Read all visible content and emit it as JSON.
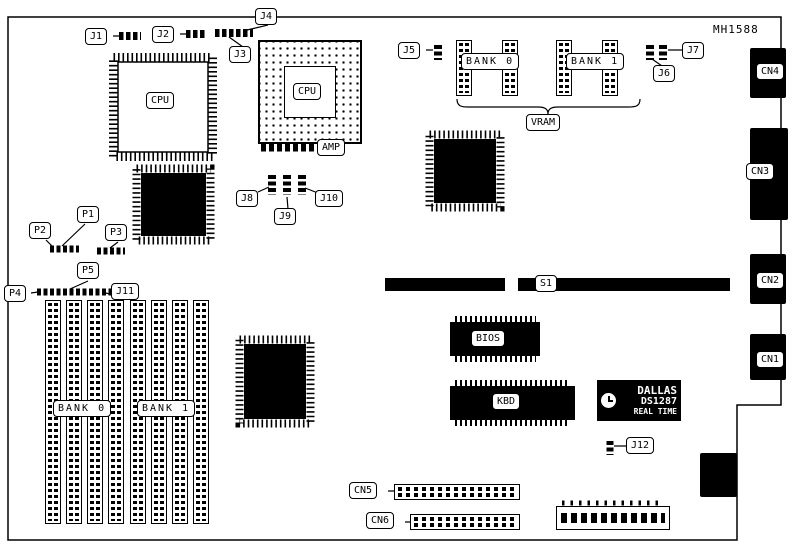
{
  "board": {
    "part_number": "MH1588",
    "colors": {
      "outline": "#000000",
      "chip_fill": "#000000",
      "background": "#ffffff"
    }
  },
  "jumpers": {
    "j1": "J1",
    "j2": "J2",
    "j3": "J3",
    "j4": "J4",
    "j5": "J5",
    "j6": "J6",
    "j7": "J7",
    "j8": "J8",
    "j9": "J9",
    "j10": "J10",
    "j11": "J11",
    "j12": "J12"
  },
  "points": {
    "p1": "P1",
    "p2": "P2",
    "p3": "P3",
    "p4": "P4",
    "p5": "P5"
  },
  "switches": {
    "s1": "S1"
  },
  "connectors": {
    "cn1": "CN1",
    "cn2": "CN2",
    "cn3": "CN3",
    "cn4": "CN4",
    "cn5": "CN5",
    "cn6": "CN6"
  },
  "chips": {
    "cpu1": "CPU",
    "cpu2": "CPU",
    "amp": "AMP",
    "bios": "BIOS",
    "kbd": "KBD",
    "rtc": {
      "brand": "DALLAS",
      "model": "DS1287",
      "type": "REAL TIME"
    }
  },
  "memory": {
    "vram_label": "VRAM",
    "vram_bank0": "BANK 0",
    "vram_bank1": "BANK 1",
    "simm_bank0": "BANK 0",
    "simm_bank1": "BANK 1"
  }
}
